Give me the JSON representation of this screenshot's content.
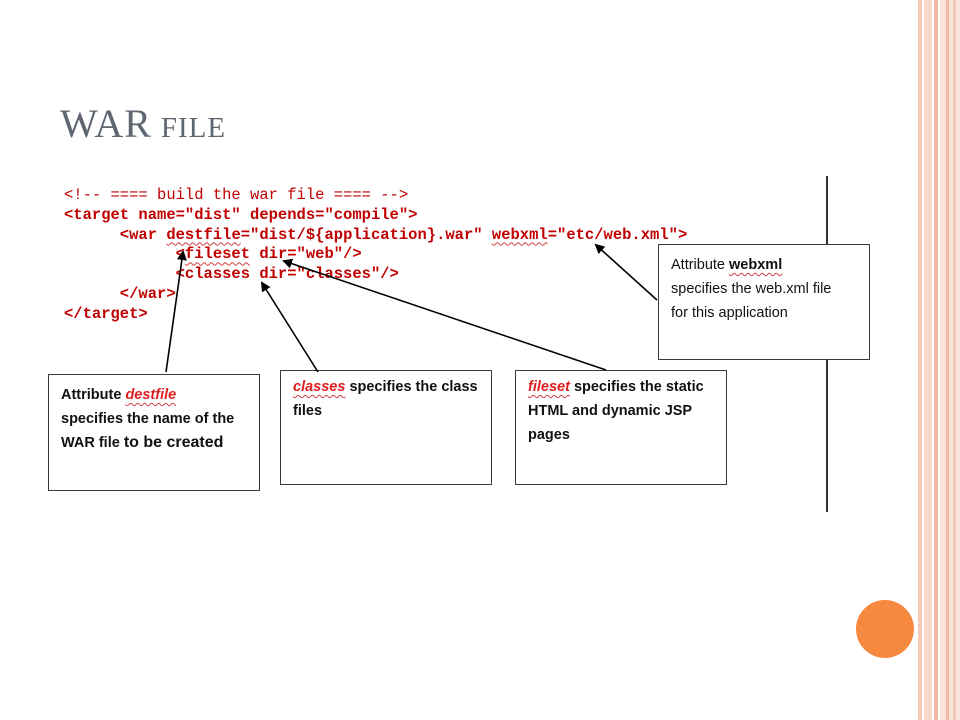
{
  "slide": {
    "title_big": "WAR",
    "title_small": "FILE"
  },
  "code": {
    "lines": [
      "<!-- ==== build the war file ==== -->",
      "<target name=\"dist\" depends=\"compile\">",
      "      <war ",
      "destfile",
      "=\"dist/${application}.war\" ",
      "webxml",
      "=\"etc/web.xml\">",
      "            <",
      "fileset",
      " dir=\"web\"/>",
      "            <classes dir=\"classes\"/>",
      "      </war>",
      "</target>"
    ]
  },
  "callouts": {
    "webxml": {
      "prefix": "Attribute ",
      "keyword": "webxml",
      "line2": "specifies the web.xml file",
      "line3": "for this application"
    },
    "destfile": {
      "prefix": "Attribute ",
      "keyword": "destfile",
      "line2": "specifies the name of the",
      "line3a": "WAR file ",
      "line3b": "to be created"
    },
    "classes": {
      "keyword": "classes",
      "suffix": " specifies the class",
      "line2": "files"
    },
    "fileset": {
      "keyword": "fileset",
      "suffix": " specifies the static",
      "line2": "HTML and dynamic JSP",
      "line3": "pages"
    }
  },
  "colors": {
    "code_red": "#c00000",
    "keyword_red": "#e02020",
    "accent_orange": "#f7883f",
    "title_gray": "#5e6671"
  }
}
